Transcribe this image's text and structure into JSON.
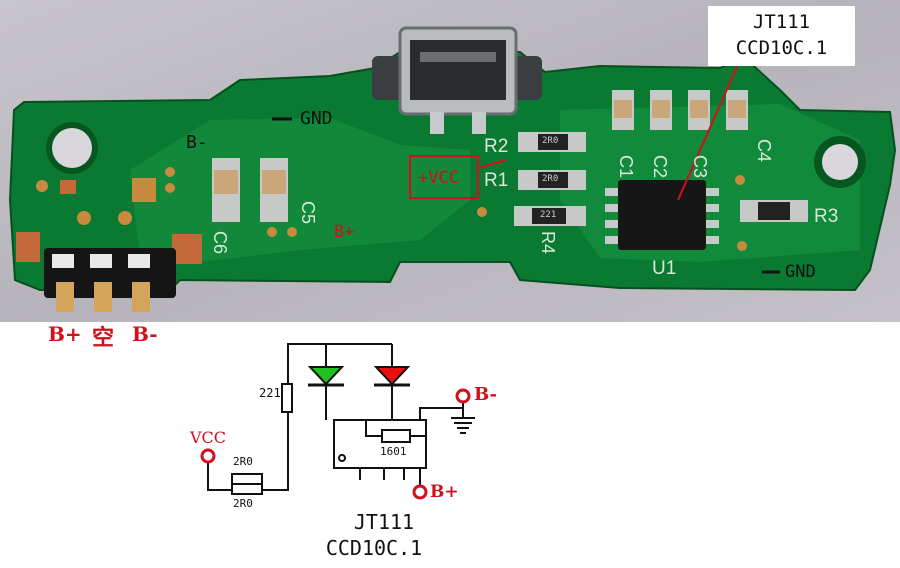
{
  "photo": {
    "chip_label_line1": "JT111",
    "chip_label_line2": "CCD10C.1",
    "gnd_top": "GND",
    "gnd_right": "GND",
    "b_minus_board": "B-",
    "b_plus_board": "B+",
    "vcc_box": "+VCC",
    "silkscreen": {
      "r1": "R1",
      "r2": "R2",
      "r3": "R3",
      "r4": "R4",
      "c1": "C1",
      "c2": "C2",
      "c3": "C3",
      "c4": "C4",
      "c5": "C5",
      "c6": "C6",
      "u1": "U1"
    },
    "resistor_codes": [
      "2R0",
      "2R0",
      "221"
    ]
  },
  "pins": {
    "b_plus": "B+",
    "empty": "空",
    "b_minus": "B-"
  },
  "schematic": {
    "resistor_top": "221",
    "vcc": "VCC",
    "r_2r0_a": "2R0",
    "r_2r0_b": "2R0",
    "ic_value": "1601",
    "b_minus": "B-",
    "b_plus": "B+",
    "title_line1": "JT111",
    "title_line2": "CCD10C.1",
    "colors": {
      "led_green": "#1fc21f",
      "led_red": "#e81010",
      "wire": "#111111",
      "terminal": "#d0101a"
    }
  }
}
